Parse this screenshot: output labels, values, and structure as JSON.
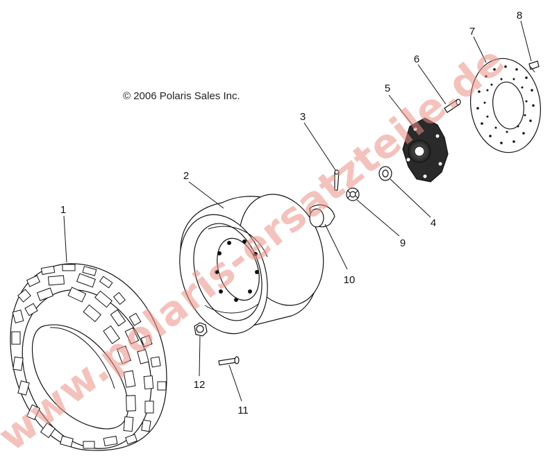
{
  "copyright": "© 2006 Polaris Sales Inc.",
  "watermark": "www.polaris-ersatzteile.de",
  "callouts": [
    {
      "id": "1",
      "label": "1"
    },
    {
      "id": "2",
      "label": "2"
    },
    {
      "id": "3",
      "label": "3"
    },
    {
      "id": "4",
      "label": "4"
    },
    {
      "id": "5",
      "label": "5"
    },
    {
      "id": "6",
      "label": "6"
    },
    {
      "id": "7",
      "label": "7"
    },
    {
      "id": "8",
      "label": "8"
    },
    {
      "id": "9",
      "label": "9"
    },
    {
      "id": "10",
      "label": "10"
    },
    {
      "id": "11",
      "label": "11"
    },
    {
      "id": "12",
      "label": "12"
    }
  ]
}
